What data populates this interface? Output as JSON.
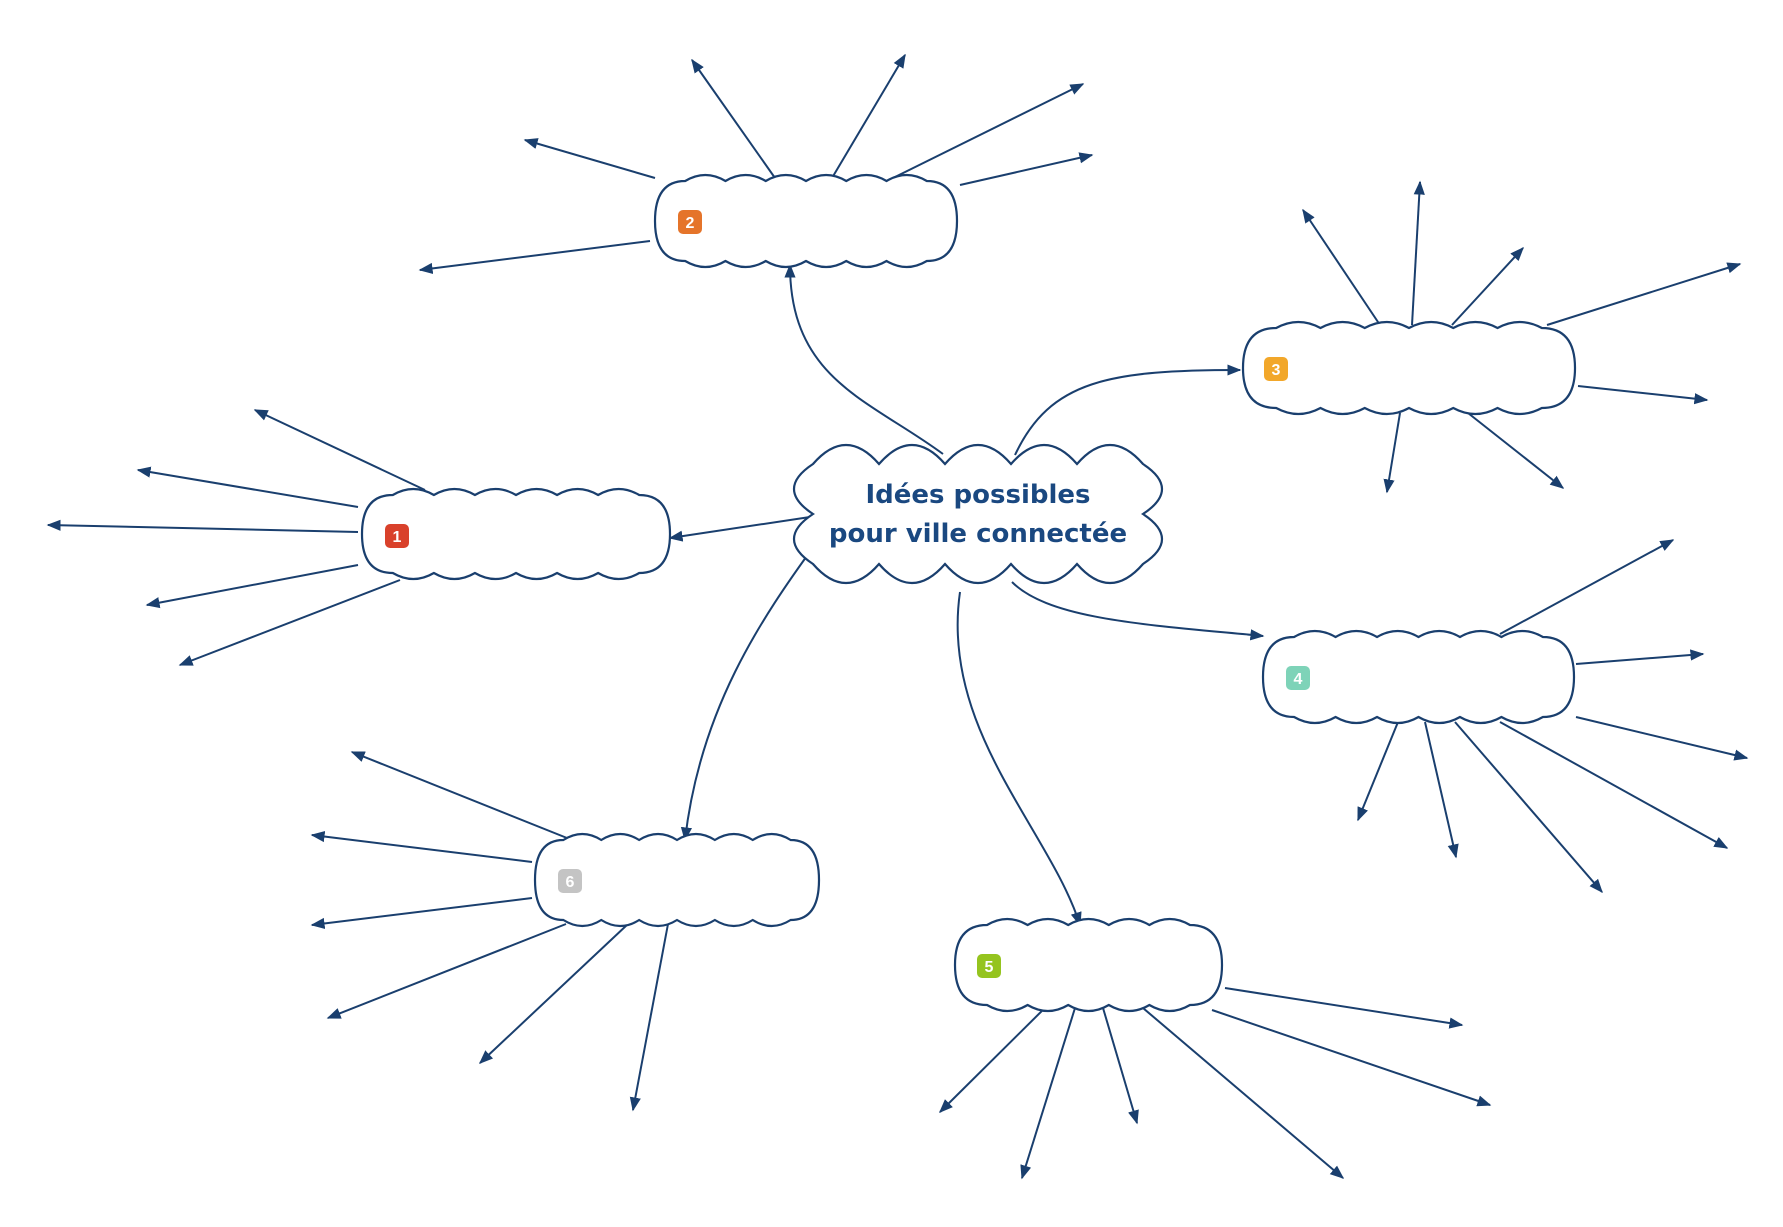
{
  "central_topic": {
    "line1": "Idées possibles",
    "line2": "pour ville connectée"
  },
  "colors": {
    "line": "#1a3f6e",
    "title": "#1a4880"
  },
  "branches": [
    {
      "badge": "1",
      "color": "#d9412b",
      "icon": "priority-1-badge-icon",
      "label": ""
    },
    {
      "badge": "2",
      "color": "#e5742a",
      "icon": "priority-2-badge-icon",
      "label": ""
    },
    {
      "badge": "3",
      "color": "#f2a72a",
      "icon": "priority-3-badge-icon",
      "label": ""
    },
    {
      "badge": "4",
      "color": "#7ed3b8",
      "icon": "priority-4-badge-icon",
      "label": ""
    },
    {
      "badge": "5",
      "color": "#95c41f",
      "icon": "priority-5-badge-icon",
      "label": ""
    },
    {
      "badge": "6",
      "color": "#c4c4c4",
      "icon": "priority-6-badge-icon",
      "label": ""
    }
  ]
}
